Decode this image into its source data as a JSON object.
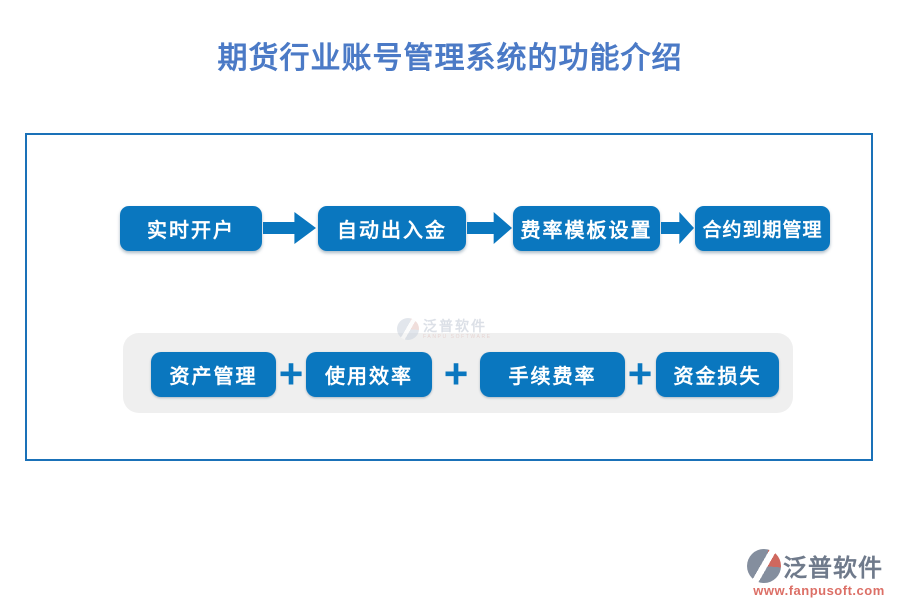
{
  "title": "期货行业账号管理系统的功能介绍",
  "colors": {
    "title_blue": "#4b7ac6",
    "box_blue": "#0a77bf",
    "frame_blue": "#1a71b8",
    "panel_gray": "#efefef",
    "brand_slate": "#6f7a8b",
    "brand_red": "#dc6f66"
  },
  "flow": {
    "steps": [
      "实时开户",
      "自动出入金",
      "费率模板设置",
      "合约到期管理"
    ],
    "connector": "arrow-right"
  },
  "summary": {
    "items": [
      "资产管理",
      "使用效率",
      "手续费率",
      "资金损失"
    ],
    "connector_symbol": "+"
  },
  "watermark": {
    "brand": "泛普软件",
    "brand_sub": "FANPU SOFTWARE"
  },
  "footer": {
    "brand": "泛普软件",
    "url": "www.fanpusoft.com"
  }
}
